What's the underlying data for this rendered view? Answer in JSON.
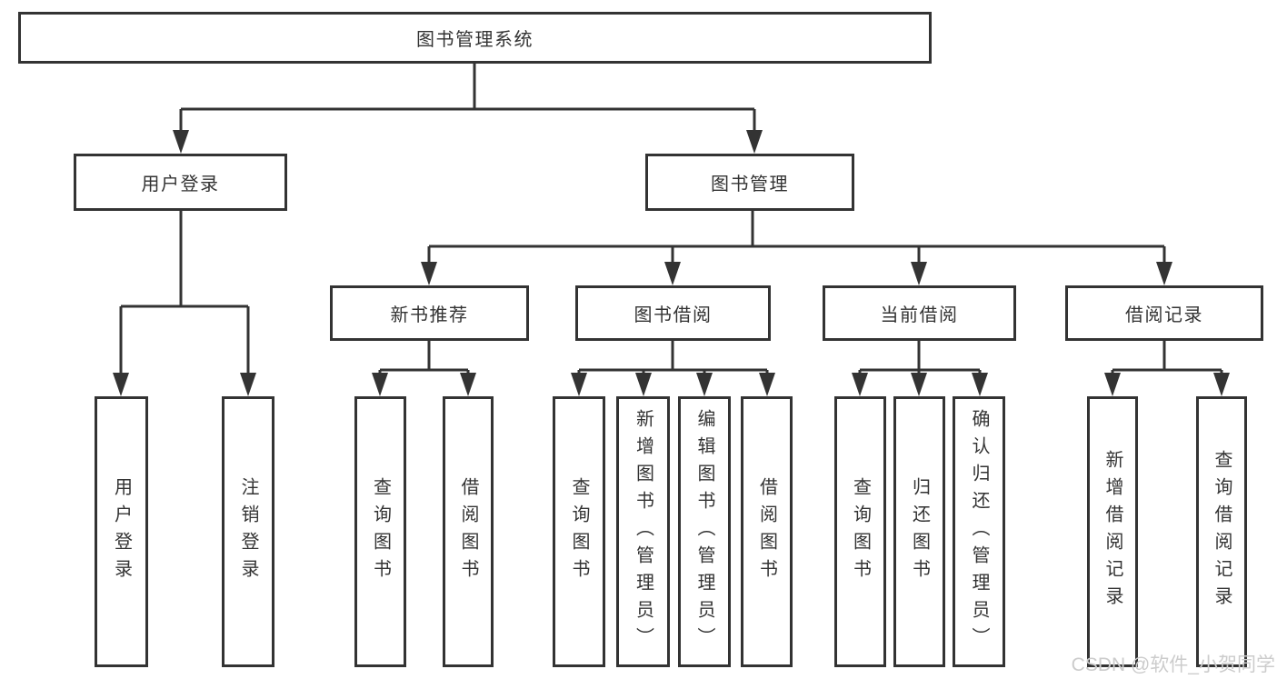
{
  "colors": {
    "line": "#333333",
    "text": "#333333",
    "watermark": "#cccccc",
    "background": "#ffffff"
  },
  "watermark": {
    "text": "CSDN @软件_小贺同学"
  },
  "tree": {
    "label": "图书管理系统",
    "children": [
      {
        "label": "用户登录",
        "children": [
          {
            "label": "用户登录"
          },
          {
            "label": "注销登录"
          }
        ]
      },
      {
        "label": "图书管理",
        "children": [
          {
            "label": "新书推荐",
            "children": [
              {
                "label": "查询图书"
              },
              {
                "label": "借阅图书"
              }
            ]
          },
          {
            "label": "图书借阅",
            "children": [
              {
                "label": "查询图书"
              },
              {
                "label": "新增图书（管理员）"
              },
              {
                "label": "编辑图书（管理员）"
              },
              {
                "label": "借阅图书"
              }
            ]
          },
          {
            "label": "当前借阅",
            "children": [
              {
                "label": "查询图书"
              },
              {
                "label": "归还图书"
              },
              {
                "label": "确认归还（管理员）"
              }
            ]
          },
          {
            "label": "借阅记录",
            "children": [
              {
                "label": "新增借阅记录"
              },
              {
                "label": "查询借阅记录"
              }
            ]
          }
        ]
      }
    ]
  }
}
